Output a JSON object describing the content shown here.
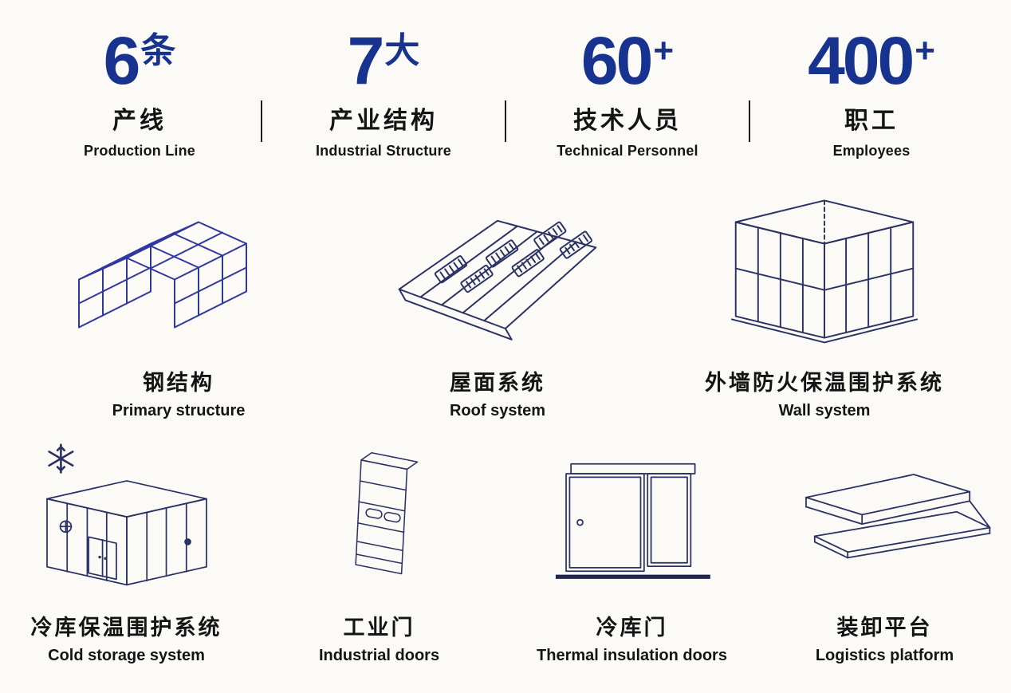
{
  "stats": {
    "items": [
      {
        "value": "6",
        "unit": "条",
        "label_zh": "产线",
        "label_en": "Production Line"
      },
      {
        "value": "7",
        "unit": "大",
        "label_zh": "产业结构",
        "label_en": "Industrial Structure"
      },
      {
        "value": "60",
        "unit": "+",
        "label_zh": "技术人员",
        "label_en": "Technical Personnel"
      },
      {
        "value": "400",
        "unit": "+",
        "label_zh": "职工",
        "label_en": "Employees"
      }
    ]
  },
  "products": {
    "row1": [
      {
        "icon": "steel-structure-icon",
        "label_zh": "钢结构",
        "label_en": "Primary structure"
      },
      {
        "icon": "roof-system-icon",
        "label_zh": "屋面系统",
        "label_en": "Roof system"
      },
      {
        "icon": "wall-system-icon",
        "label_zh": "外墙防火保温围护系统",
        "label_en": "Wall system"
      }
    ],
    "row2": [
      {
        "icon": "cold-storage-icon",
        "label_zh": "冷库保温围护系统",
        "label_en": "Cold storage system"
      },
      {
        "icon": "industrial-door-icon",
        "label_zh": "工业门",
        "label_en": "Industrial doors"
      },
      {
        "icon": "thermal-door-icon",
        "label_zh": "冷库门",
        "label_en": "Thermal insulation doors"
      },
      {
        "icon": "loading-platform-icon",
        "label_zh": "装卸平台",
        "label_en": "Logistics platform"
      }
    ]
  },
  "colors": {
    "accent_blue": "#17338f",
    "line_navy": "#2a3263",
    "steel_blue": "#3038a0",
    "text": "#141414",
    "background": "#fbfaf7"
  }
}
